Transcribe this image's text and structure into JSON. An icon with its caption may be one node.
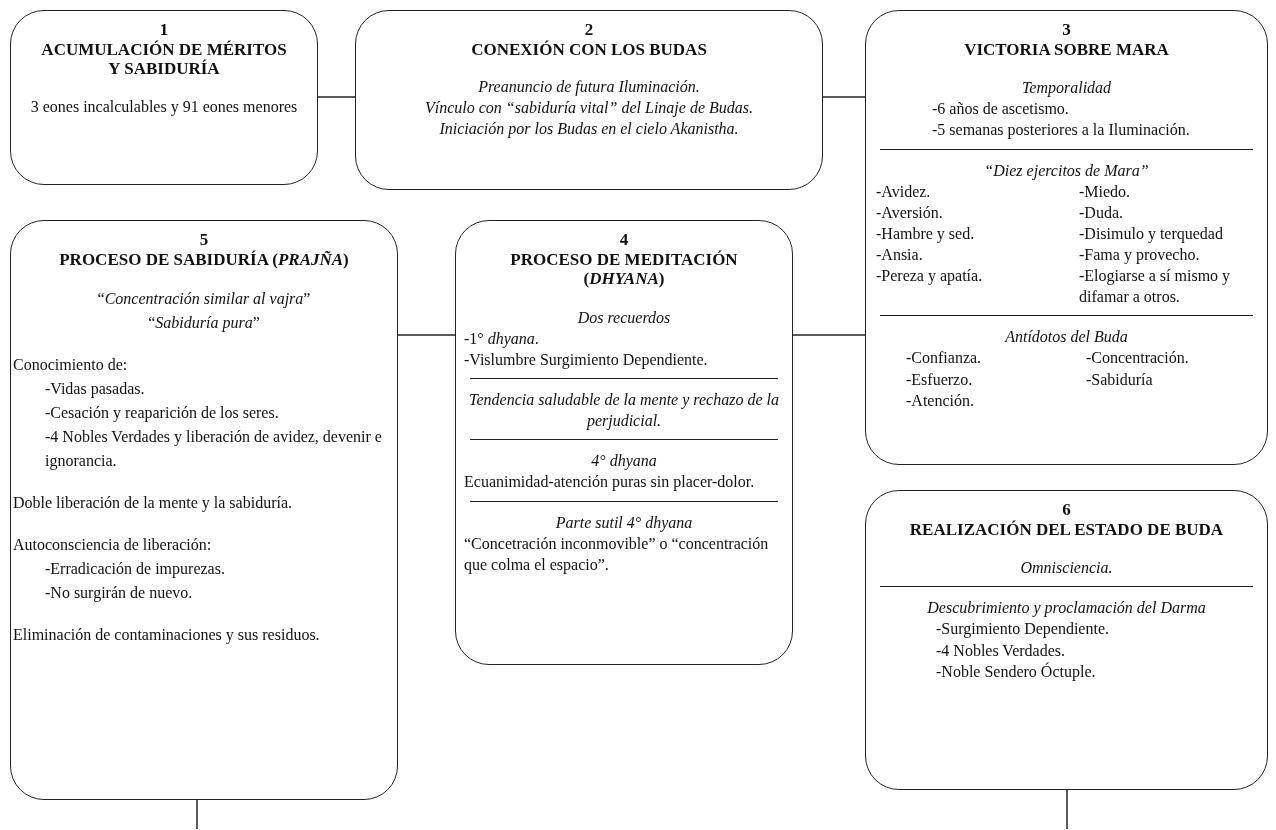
{
  "diagram": {
    "nodes": [
      {
        "text": [
          "1",
          "ACUMULACIÓN DE MÉRITOS Y SABIDURÍA",
          "3 eones incalculables y 91 eones menores"
        ]
      },
      {
        "text": [
          "2",
          "CONEXIÓN CON LOS BUDAS",
          "Preanuncio de futura Iluminación.",
          "Vínculo con “sabiduría vital” del Linaje de Budas.",
          "Iniciación por los Budas en el cielo Akanistha."
        ]
      },
      {
        "text": [
          "3",
          "VICTORIA SOBRE MARA",
          "Temporalidad",
          "-6 años de ascetismo.",
          "-5 semanas posteriores a la Iluminación.",
          "“Diez ejercitos de Mara”",
          "-Avidez.",
          "-Aversión.",
          "-Hambre y sed.",
          "-Ansia.",
          "-Pereza y apatía.",
          "-Miedo.",
          "-Duda.",
          "-Disimulo y terquedad",
          "-Fama y provecho.",
          "-Elogiarse a sí mismo y difamar a otros.",
          "Antídotos del Buda",
          "-Confianza.",
          "-Esfuerzo.",
          "-Atención.",
          "-Concentración.",
          "-Sabiduría"
        ]
      },
      {
        "text": [
          "5",
          "PROCESO DE SABIDURÍA (*PRAJÑA*)",
          "“*Concentración similar al vajra*”",
          "“*Sabiduría pura*”",
          "Conocimiento de:",
          "-Vidas pasadas.",
          "-Cesación y reaparición de los seres.",
          "-4 Nobles Verdades y liberación de avidez, devenir e ignorancia.",
          "Doble liberación de la mente y la sabiduría.",
          "Autoconsciencia de liberación:",
          "-Erradicación de impurezas.",
          "-No surgirán de nuevo.",
          "Eliminación de contaminaciones y sus residuos."
        ]
      },
      {
        "text": [
          "4",
          "PROCESO DE MEDITACIÓN (*DHYANA*)",
          "Dos recuerdos",
          "-1° *dhyana*.",
          "-Vislumbre Surgimiento Dependiente.",
          "Tendencia saludable de la mente y rechazo de la perjudicial.",
          "4° dhyana",
          "Ecuanimidad-atención puras sin placer-dolor.",
          "Parte sutil 4° dhyana",
          "“Concetración inconmovible” o “concentración que colma el espacio”."
        ]
      },
      {
        "text": [
          "6",
          "REALIZACIÓN DEL ESTADO DE BUDA",
          "Omnisciencia.",
          "Descubrimiento y proclamación del Darma",
          "-Surgimiento Dependiente.",
          "-4 Nobles Verdades.",
          "-Noble Sendero Óctuple."
        ]
      }
    ],
    "edges": [
      {
        "from": 0,
        "to": 1,
        "arrow": "none"
      },
      {
        "from": 1,
        "to": 2,
        "arrow": "none"
      },
      {
        "from": 3,
        "to": 4,
        "arrow": "none"
      },
      {
        "from": 4,
        "to": 2,
        "arrow": "none"
      },
      {
        "from": 3,
        "to": null,
        "arrow": "none"
      },
      {
        "from": 5,
        "to": null,
        "arrow": "none"
      }
    ]
  }
}
